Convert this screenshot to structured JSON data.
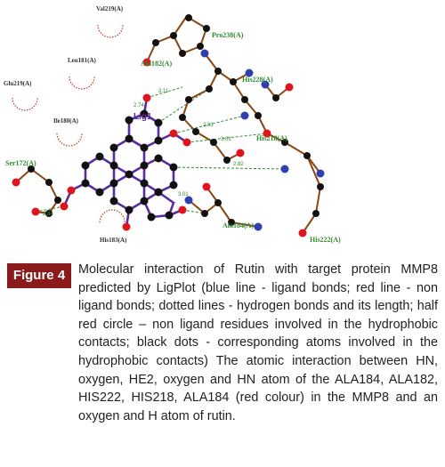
{
  "figure": {
    "badge": "Figure 4",
    "caption": "Molecular interaction of Rutin with target protein MMP8 predicted by LigPlot (blue line - ligand bonds; red line - non ligand bonds; dotted lines - hydrogen bonds and its length; half red circle – non ligand residues involved in the hydrophobic contacts; black dots - corresponding atoms involved in the hydrophobic contacts) The atomic interaction between HN, oxygen, HE2, oxygen and HN atom of the ALA184, ALA182, HIS222, HIS218, ALA184 (red colour) in the MMP8 and an oxygen and H atom of rutin."
  },
  "diagram": {
    "ligand_label": "Lig1",
    "bonded_residues": [
      "Pro238(A)",
      "Ala182(A)",
      "His228(A)",
      "His218(A)",
      "Ser172(A)",
      "Ala184(A)",
      "His222(A)"
    ],
    "hydrophobic_residues": [
      "Val219(A)",
      "Leu181(A)",
      "Glu219(A)",
      "Ile180(A)",
      "His183(A)"
    ],
    "hbond_lengths": [
      "3.11",
      "2.74",
      "2.81",
      "3.01",
      "2.82",
      "2.84",
      "3.01"
    ],
    "colors": {
      "ligand_bond": "#5a2ca0",
      "non_ligand_bond": "#8b4513",
      "hbond": "#2e8b2e",
      "hydrophobic_arc": "#c0392b",
      "oxygen": "#e0141e",
      "nitrogen": "#2f3fb0",
      "carbon": "#111111",
      "badge": "#8b1a1a"
    }
  }
}
